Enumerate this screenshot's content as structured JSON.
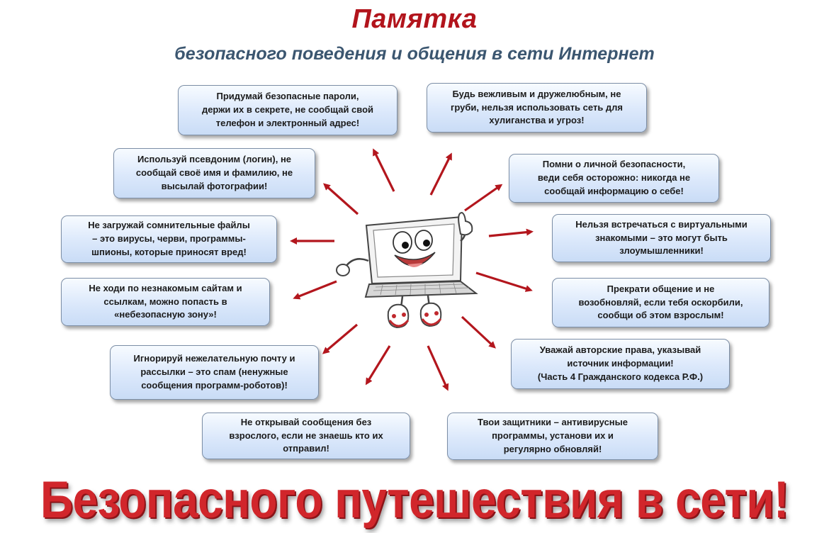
{
  "title": "Памятка",
  "subtitle": "безопасного поведения и общения в сети Интернет",
  "rules": [
    "Придумай безопасные пароли,\nдержи их в секрете, не сообщай свой\nтелефон и электронный адрес!",
    "Будь вежливым и дружелюбным, не\nгруби, нельзя использовать сеть для\nхулиганства и угроз!",
    "Используй псевдоним (логин), не\nсообщай своё имя и фамилию, не\nвысылай фотографии!",
    "Помни о личной безопасности,\nведи себя осторожно: никогда не\nсообщай информацию о себе!",
    "Не загружай сомнительные файлы\n– это вирусы, черви, программы-\nшпионы, которые приносят вред!",
    "Нельзя встречаться с виртуальными\nзнакомыми – это могут быть\nзлоумышленники!",
    "Не ходи по незнакомым сайтам и\nссылкам, можно попасть в\n«небезопасную зону»!",
    "Прекрати общение и не\nвозобновляй, если тебя оскорбили,\nсообщи об этом взрослым!",
    "Игнорируй нежелательную почту и\nрассылки – это спам (ненужные\nсообщения программ-роботов)!",
    "Уважай авторские  права, указывай\nисточник информации!\n(Часть 4 Гражданского кодекса Р.Ф.)",
    "Не открывай сообщения без\nвзрослого, если не знаешь кто их\nотправил!",
    "Твои защитники – антивирусные\nпрограммы, установи их и\nрегулярно обновляй!"
  ],
  "slogan": "Безопасного путешествия в сети!",
  "colors": {
    "title": "#b2141c",
    "subtitle": "#3b5670",
    "arrow": "#b3161d",
    "slogan": "#d1262b",
    "box_fill": "#dbe8fb",
    "box_border": "#7c8ea6"
  },
  "icons": [
    "laptop-mascot-icon"
  ]
}
